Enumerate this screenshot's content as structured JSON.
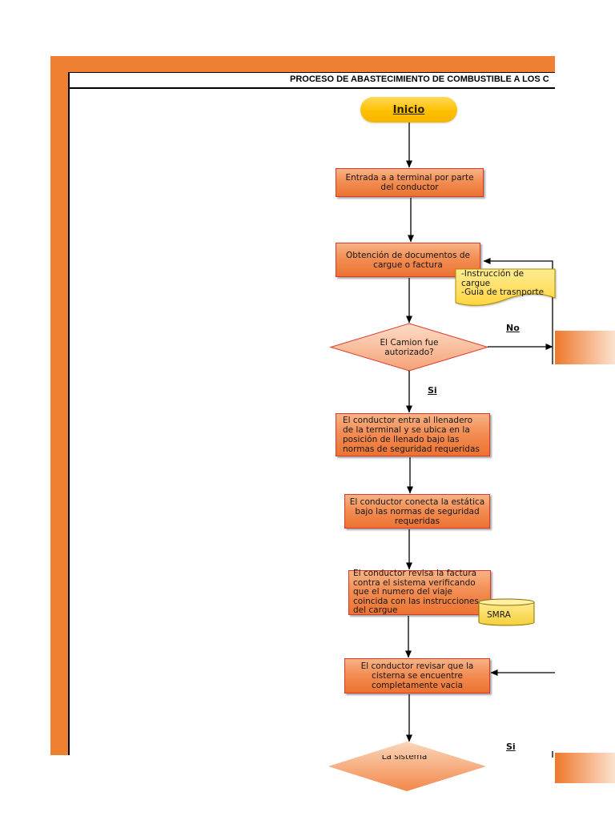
{
  "colors": {
    "frame": "#EF7F31",
    "process_border": "#D9382B",
    "start_fill": "#FFC000",
    "note_fill": "#FFE066"
  },
  "title": "PROCESO DE ABASTECIMIENTO DE COMBUSTIBLE A LOS C",
  "flow": {
    "start": {
      "label": "Inicio"
    },
    "entry": {
      "lines": [
        "Entrada a a terminal por parte",
        "del conductor"
      ]
    },
    "documents": {
      "lines": [
        "Obtención de documentos de",
        "cargue o factura"
      ]
    },
    "documents_note": {
      "lines": [
        "-Instrucción de",
        "cargue",
        "-Guia de trasnporte"
      ]
    },
    "authorized_decision": {
      "lines": [
        "El Camion fue",
        "autorizado?"
      ],
      "no_label": "No",
      "yes_label": "Si"
    },
    "enter_filling": {
      "lines": [
        "El conductor entra al llenadero",
        "de la terminal y se ubica en la",
        "posición de llenado bajo las",
        "normas de seguridad requeridas"
      ]
    },
    "connect_static": {
      "lines": [
        "El conductor conecta la estática",
        "bajo las normas de seguridad",
        "requeridas"
      ]
    },
    "check_invoice": {
      "lines": [
        "El conductor revisa la factura",
        "contra el sistema verificando",
        "que el numero del viaje",
        "coincida con las instrucciones",
        "del cargue"
      ]
    },
    "system_store": {
      "label": "SMRA"
    },
    "check_tank": {
      "lines": [
        "El conductor revisar que la",
        "cisterna se encuentre",
        "completamente vacia"
      ]
    },
    "system_decision": {
      "lines": [
        "La sistema"
      ],
      "yes_label": "Si"
    }
  }
}
